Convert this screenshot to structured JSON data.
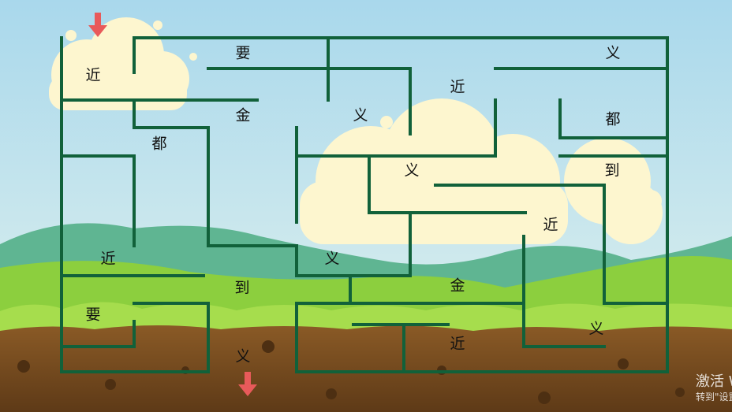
{
  "maze": {
    "cells": [
      {
        "text": "近"
      },
      {
        "text": "要"
      },
      {
        "text": "义"
      },
      {
        "text": "近"
      },
      {
        "text": "金"
      },
      {
        "text": "义"
      },
      {
        "text": "都"
      },
      {
        "text": "都"
      },
      {
        "text": "义"
      },
      {
        "text": "到"
      },
      {
        "text": "近"
      },
      {
        "text": "近"
      },
      {
        "text": "义"
      },
      {
        "text": "到"
      },
      {
        "text": "金"
      },
      {
        "text": "要"
      },
      {
        "text": "义"
      },
      {
        "text": "近"
      },
      {
        "text": "义"
      }
    ],
    "entrance": {
      "icon": "down-arrow-icon",
      "color": "#e85a5a"
    },
    "exit": {
      "icon": "down-arrow-icon",
      "color": "#e85a5a"
    },
    "wall_color": "#11613a"
  },
  "watermark": {
    "title": "激活 Windows",
    "subtitle": "转到\"设置\"以激活 Windows。"
  },
  "colors": {
    "sky": "#bfe3ee",
    "cloud": "#fdf6cf",
    "hill": "#5fae8d",
    "grass": "#8ccf3e",
    "soil": "#7a4a1e"
  }
}
